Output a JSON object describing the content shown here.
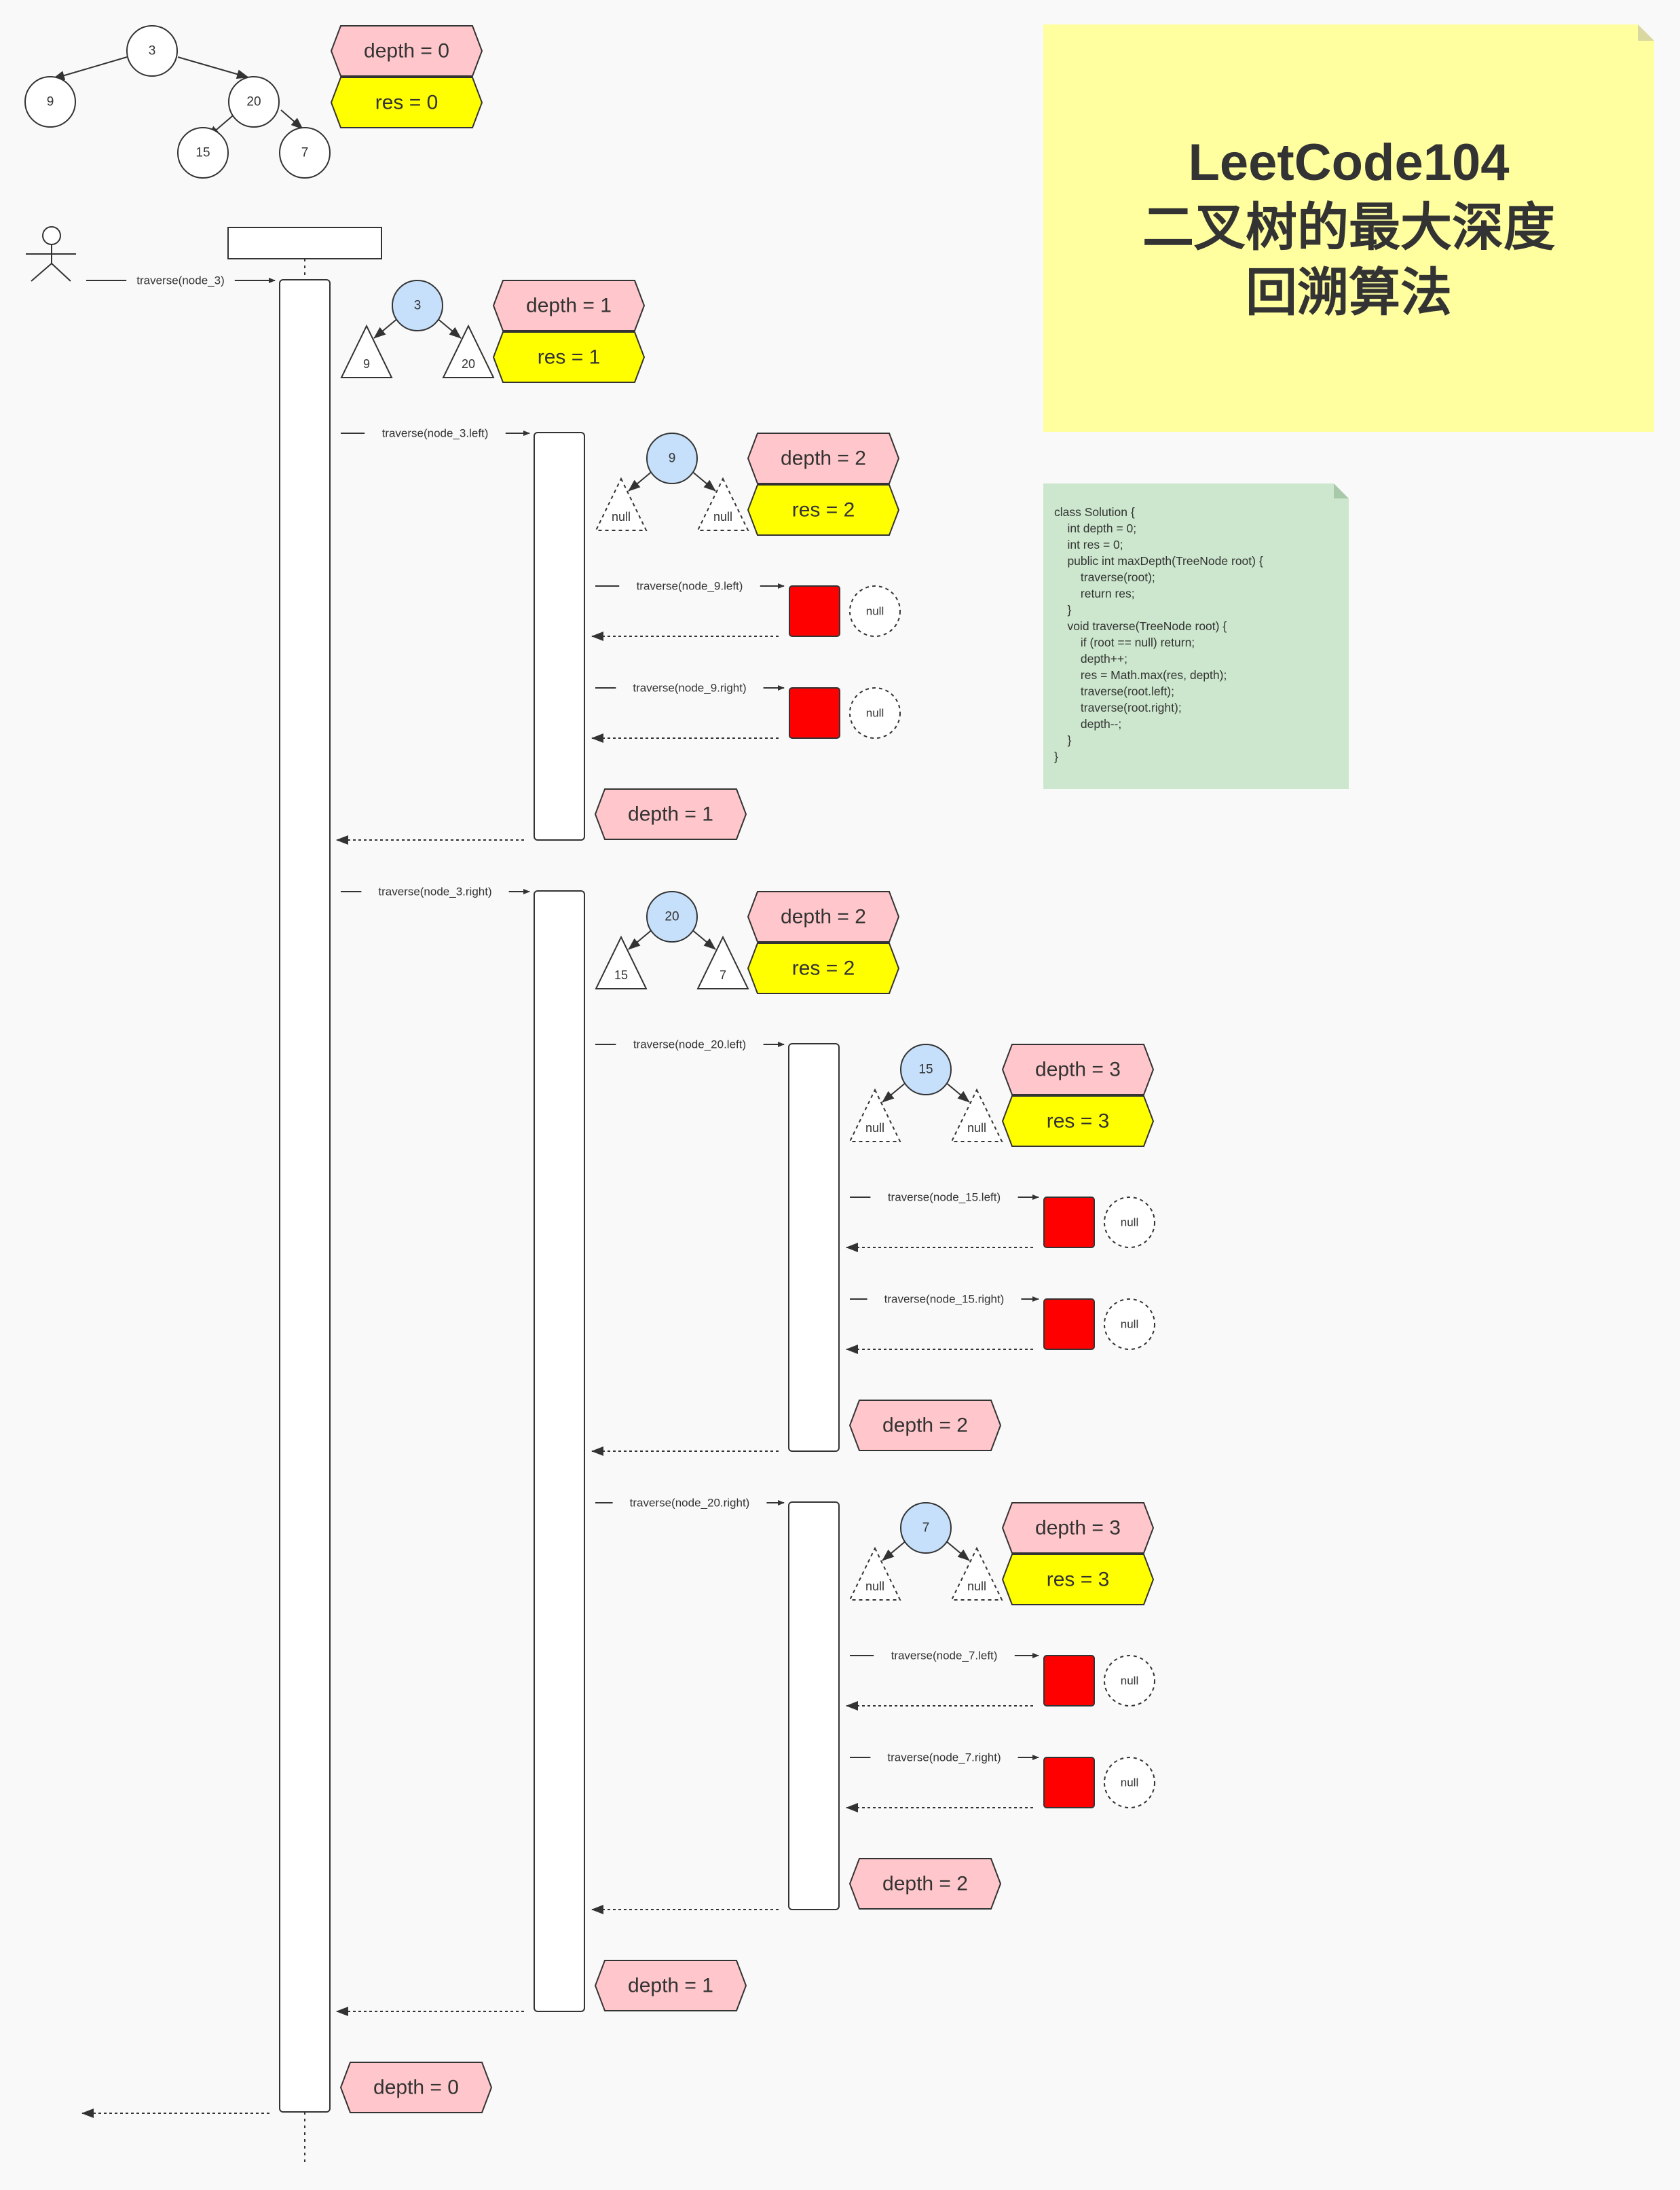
{
  "title": {
    "lines": [
      "LeetCode104",
      "二叉树的最大深度",
      "回溯算法"
    ]
  },
  "code": {
    "lines": [
      "class Solution {",
      "    int depth = 0;",
      "    int res = 0;",
      "    public int maxDepth(TreeNode root) {",
      "        traverse(root);",
      "        return res;",
      "    }",
      "    void traverse(TreeNode root) {",
      "        if (root == null) return;",
      "        depth++;",
      "        res = Math.max(res, depth);",
      "        traverse(root.left);",
      "        traverse(root.right);",
      "        depth--;",
      "    }",
      "}"
    ]
  },
  "tree": {
    "nodes": [
      "3",
      "9",
      "20",
      "15",
      "7"
    ]
  },
  "initial_state": {
    "depth": "depth = 0",
    "res": "res = 0"
  },
  "calls": [
    "traverse(node_3)",
    "traverse(node_3.left)",
    "traverse(node_9.left)",
    "traverse(node_9.right)",
    "traverse(node_3.right)",
    "traverse(node_20.left)",
    "traverse(node_15.left)",
    "traverse(node_15.right)",
    "traverse(node_20.right)",
    "traverse(node_7.left)",
    "traverse(node_7.right)"
  ],
  "frames": [
    {
      "node": "3",
      "left": "9",
      "right": "20",
      "depth": "depth = 1",
      "res": "res = 1"
    },
    {
      "node": "9",
      "left": "null",
      "right": "null",
      "depth": "depth = 2",
      "res": "res = 2"
    },
    {
      "node": "20",
      "left": "15",
      "right": "7",
      "depth": "depth = 2",
      "res": "res = 2"
    },
    {
      "node": "15",
      "left": "null",
      "right": "null",
      "depth": "depth = 3",
      "res": "res = 3"
    },
    {
      "node": "7",
      "left": "null",
      "right": "null",
      "depth": "depth = 3",
      "res": "res = 3"
    }
  ],
  "null_label": "null",
  "returns": [
    "depth = 1",
    "depth = 2",
    "depth = 2",
    "depth = 1",
    "depth = 0"
  ],
  "colors": {
    "depth_fill": "#ffc7cb",
    "res_fill": "#ffff00",
    "node_fill": "#c6e0fb",
    "null_box": "#ff0000",
    "title_note": "#ffffa0",
    "code_note": "#cce7cd"
  }
}
